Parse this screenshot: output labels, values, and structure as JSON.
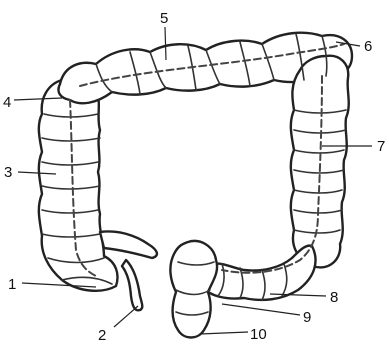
{
  "labels": [
    "1",
    "2",
    "3",
    "4",
    "5",
    "6",
    "7",
    "8",
    "9",
    "10"
  ]
}
